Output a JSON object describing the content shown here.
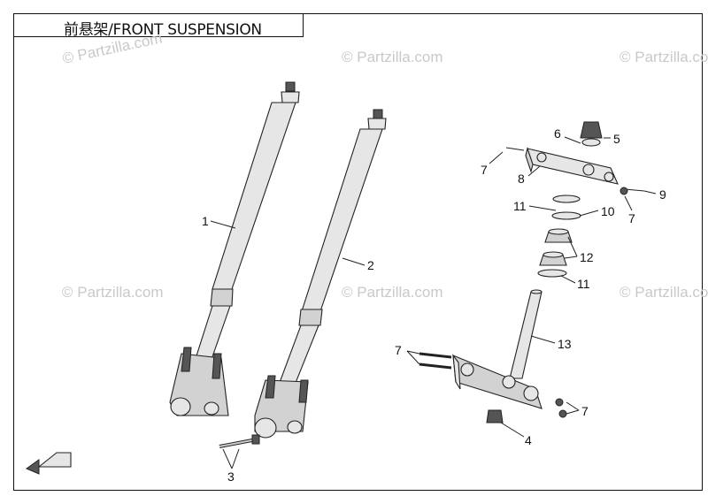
{
  "title": "前悬架/FRONT SUSPENSION",
  "watermark": "© Partzilla.com",
  "callouts": {
    "c1": "1",
    "c2": "2",
    "c3": "3",
    "c4": "4",
    "c5": "5",
    "c6": "6",
    "c7a": "7",
    "c7b": "7",
    "c7c": "7",
    "c7d": "7",
    "c8": "8",
    "c9": "9",
    "c10": "10",
    "c11a": "11",
    "c11b": "11",
    "c12": "12",
    "c13": "13"
  }
}
